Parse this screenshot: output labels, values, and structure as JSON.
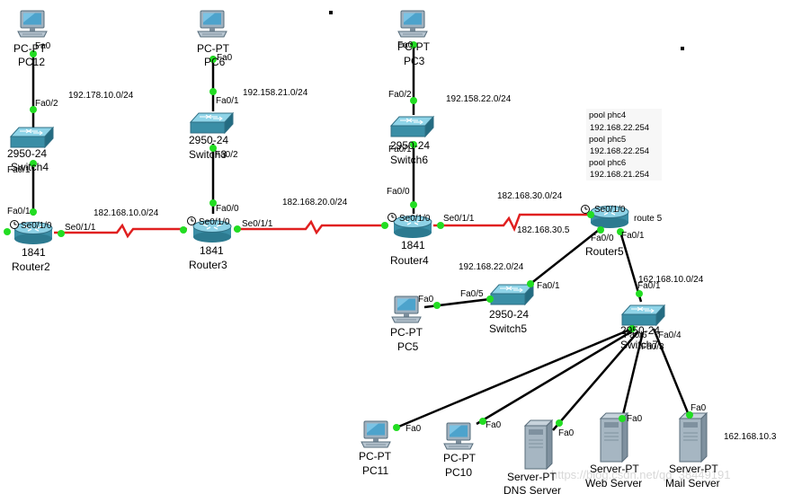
{
  "colors": {
    "ethernet": "#000000",
    "serial": "#e02020",
    "port_dot": "#22dd22",
    "device": "#3a8ea6"
  },
  "devices": {
    "pc12": {
      "model": "PC-PT",
      "name": "PC12"
    },
    "pc6": {
      "model": "PC-PT",
      "name": "PC6"
    },
    "pc3": {
      "model": "PC-PT",
      "name": "PC3"
    },
    "switch4": {
      "model": "2950-24",
      "name": "Switch4"
    },
    "switch3": {
      "model": "2950-24",
      "name": "Switch3"
    },
    "switch6": {
      "model": "2950-24",
      "name": "Switch6"
    },
    "router2": {
      "model": "1841",
      "name": "Router2"
    },
    "router3": {
      "model": "1841",
      "name": "Router3"
    },
    "router4": {
      "model": "1841",
      "name": "Router4"
    },
    "router5": {
      "model": "route 5",
      "name": "Router5"
    },
    "switch5": {
      "model": "2950-24",
      "name": "Switch5"
    },
    "pc5": {
      "model": "PC-PT",
      "name": "PC5"
    },
    "switch7": {
      "model": "2950-24",
      "name": "Switch7"
    },
    "pc11": {
      "model": "PC-PT",
      "name": "PC11"
    },
    "pc10": {
      "model": "PC-PT",
      "name": "PC10"
    },
    "dns": {
      "model": "Server-PT",
      "name": "DNS Server"
    },
    "web": {
      "model": "Server-PT",
      "name": "Web Server"
    },
    "mail": {
      "model": "Server-PT",
      "name": "Mail Server"
    }
  },
  "ports": {
    "pc12_fa0": "Fa0",
    "sw4_fa02": "Fa0/2",
    "sw4_fa01": "Fa0/1",
    "r2_fa01": "Fa0/1",
    "r2_se010": "Se0/1/0",
    "r2_se011": "Se0/1/1",
    "pc6_fa0": "Fa0",
    "sw3_fa01": "Fa0/1",
    "sw3_fa02": "Fa0/2",
    "r3_fa00": "Fa0/0",
    "r3_se010": "Se0/1/0",
    "r3_se011": "Se0/1/1",
    "pc3_fa0": "Fa0",
    "sw6_fa02": "Fa0/2",
    "sw6_fa01": "Fa0/1",
    "r4_fa00": "Fa0/0",
    "r4_se010": "Se0/1/0",
    "r4_se011": "Se0/1/1",
    "r5_se010": "Se0/1/0",
    "r5_fa00": "Fa0/0",
    "r5_fa01": "Fa0/1",
    "sw5_fa01": "Fa0/1",
    "sw5_fa05": "Fa0/5",
    "pc5_fa0": "Fa0",
    "sw7_fa01": "Fa0/1",
    "sw7_fa06": "Fa0/6",
    "sw7_fa04": "Fa0/4",
    "sw7_fa03": "Fa0/3",
    "pc11_fa0": "Fa0",
    "pc10_fa0": "Fa0",
    "dns_fa0": "Fa0",
    "web_fa0": "Fa0",
    "mail_fa0": "Fa0"
  },
  "networks": {
    "n1": "192.178.10.0/24",
    "n2": "192.158.21.0/24",
    "n3": "192.158.22.0/24",
    "n4": "182.168.10.0/24",
    "n5": "182.168.20.0/24",
    "n6": "182.168.30.0/24",
    "n7": "182.168.30.5",
    "n8": "192.168.22.0/24",
    "n9": "162.168.10.0/24",
    "n10": "162.168.10.3"
  },
  "pool_note": {
    "line1": "pool phc4",
    "line2": "192.168.22.254",
    "line3": "pool phc5",
    "line4": "192.168.22.254",
    "line5": "pool phc6",
    "line6": "192.168.21.254"
  },
  "watermark": "https://blog.csdn.net/qq_38449191"
}
